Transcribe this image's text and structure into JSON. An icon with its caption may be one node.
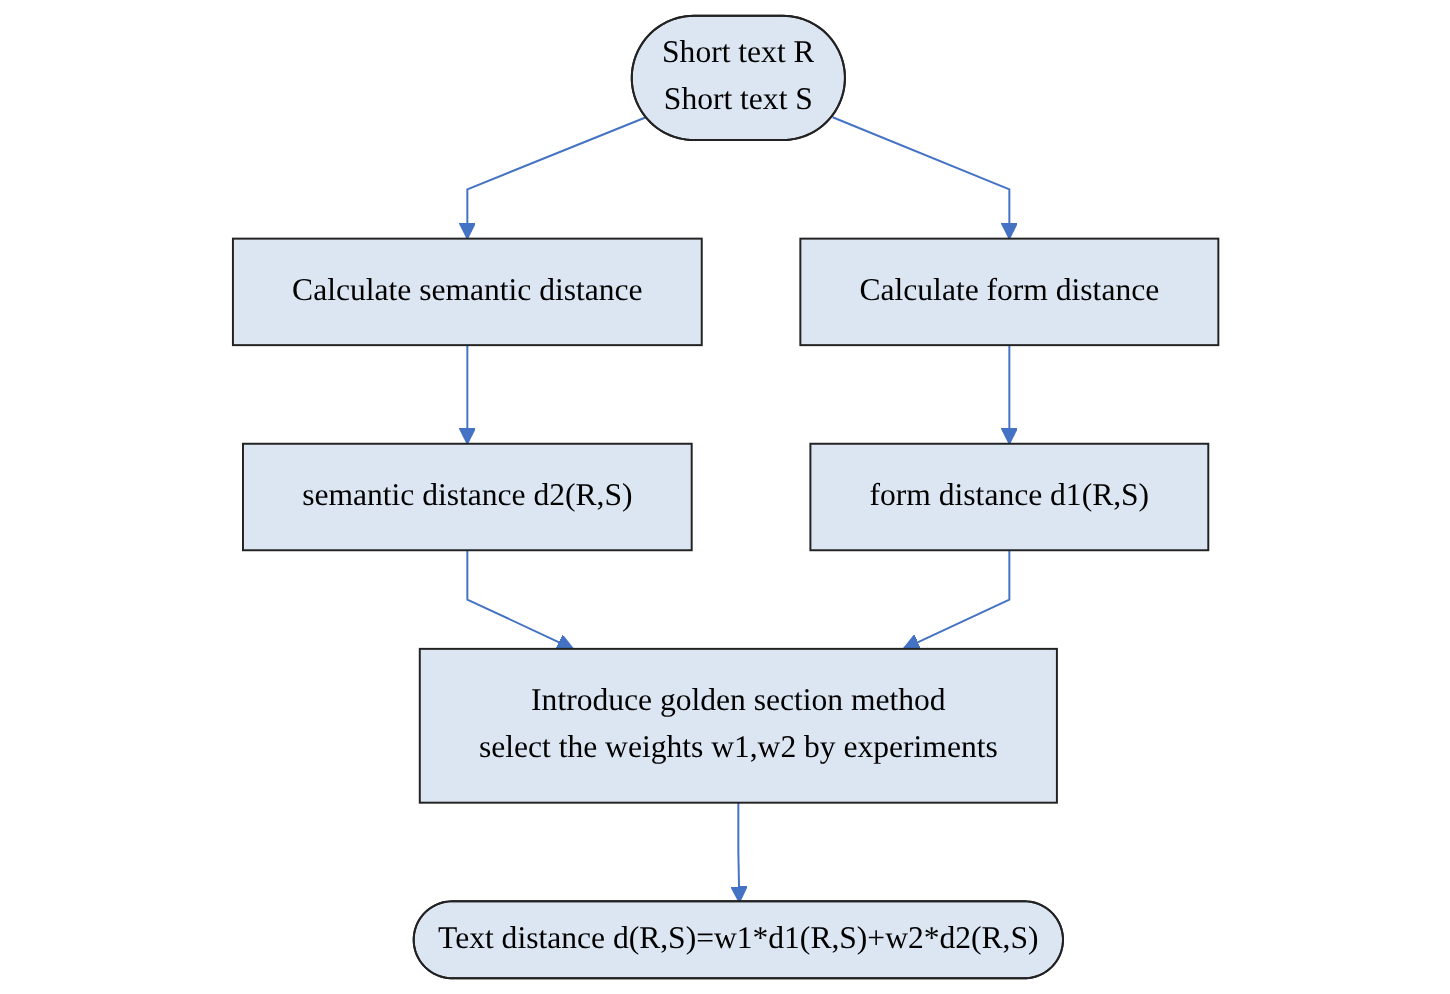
{
  "diagram": {
    "nodes": [
      {
        "text": [
          "Short text R",
          "Short text S"
        ]
      },
      {
        "text": [
          "Calculate semantic distance"
        ]
      },
      {
        "text": [
          "Calculate form distance"
        ]
      },
      {
        "text": [
          "semantic distance d2(R,S)"
        ]
      },
      {
        "text": [
          "form distance d1(R,S)"
        ]
      },
      {
        "text": [
          "Introduce golden section method",
          "select the weights w1,w2 by experiments"
        ]
      },
      {
        "text": [
          "Text distance d(R,S)=w1*d1(R,S)+w2*d2(R,S)"
        ]
      }
    ],
    "edges": [
      {
        "from": 0,
        "to": 1,
        "arrow": "to"
      },
      {
        "from": 0,
        "to": 2,
        "arrow": "to"
      },
      {
        "from": 1,
        "to": 3,
        "arrow": "to"
      },
      {
        "from": 2,
        "to": 4,
        "arrow": "to"
      },
      {
        "from": 3,
        "to": 5,
        "arrow": "to"
      },
      {
        "from": 4,
        "to": 5,
        "arrow": "to"
      },
      {
        "from": 5,
        "to": 6,
        "arrow": "to"
      }
    ]
  }
}
